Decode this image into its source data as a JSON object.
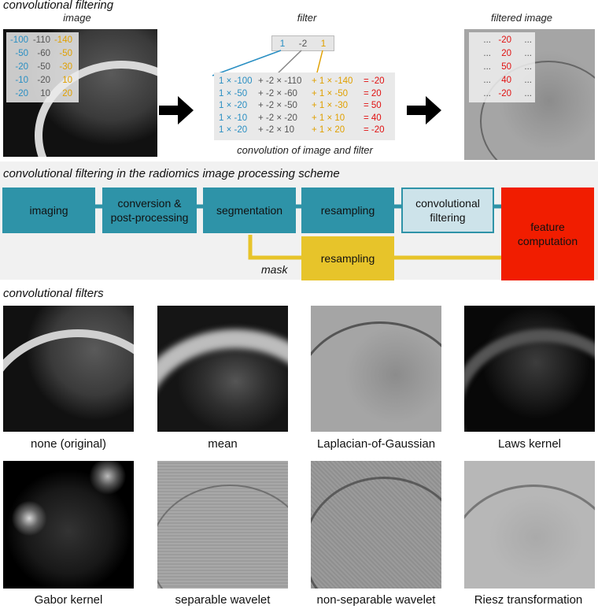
{
  "top": {
    "section_title": "convolutional filtering",
    "image_label": "image",
    "filter_label": "filter",
    "filtered_label": "filtered image",
    "conv_label": "convolution of image and filter",
    "image_grid": [
      [
        "-100",
        "-110",
        "-140"
      ],
      [
        "-50",
        "-60",
        "-50"
      ],
      [
        "-20",
        "-50",
        "-30"
      ],
      [
        "-10",
        "-20",
        "10"
      ],
      [
        "-20",
        "10",
        "20"
      ]
    ],
    "filter_values": [
      "1",
      "-2",
      "1"
    ],
    "conv_rows": [
      [
        "1 × -100",
        "+ -2 × -110",
        "+ 1 × -140",
        "= -20"
      ],
      [
        "1 × -50",
        "+ -2 × -60",
        "+ 1 × -50",
        "= 20"
      ],
      [
        "1 × -20",
        "+ -2 × -50",
        "+ 1 × -30",
        "= 50"
      ],
      [
        "1 × -10",
        "+ -2 × -20",
        "+ 1 × 10",
        "= 40"
      ],
      [
        "1 × -20",
        "+ -2 × 10",
        "+ 1 × 20",
        "= -20"
      ]
    ],
    "filtered_values": [
      "-20",
      "20",
      "50",
      "40",
      "-20"
    ],
    "ellipsis": "..."
  },
  "pipeline": {
    "section_title": "convolutional filtering in the radiomics image processing scheme",
    "steps": {
      "imaging": "imaging",
      "conversion_line1": "conversion &",
      "conversion_line2": "post-processing",
      "segmentation": "segmentation",
      "resampling": "resampling",
      "conv_line1": "convolutional",
      "conv_line2": "filtering",
      "feature_line1": "feature",
      "feature_line2": "computation",
      "mask_resampling": "resampling"
    },
    "mask_label": "mask"
  },
  "filters": {
    "section_title": "convolutional filters",
    "items": [
      "none (original)",
      "mean",
      "Laplacian-of-Gaussian",
      "Laws kernel",
      "Gabor kernel",
      "separable wavelet",
      "non-separable wavelet",
      "Riesz transformation"
    ]
  },
  "colors": {
    "blue": "#2a8fc3",
    "orange": "#e0a000",
    "red": "#e01010",
    "teal": "#2e93a8",
    "yellow": "#e7c42a",
    "feature_red": "#f11d00"
  }
}
